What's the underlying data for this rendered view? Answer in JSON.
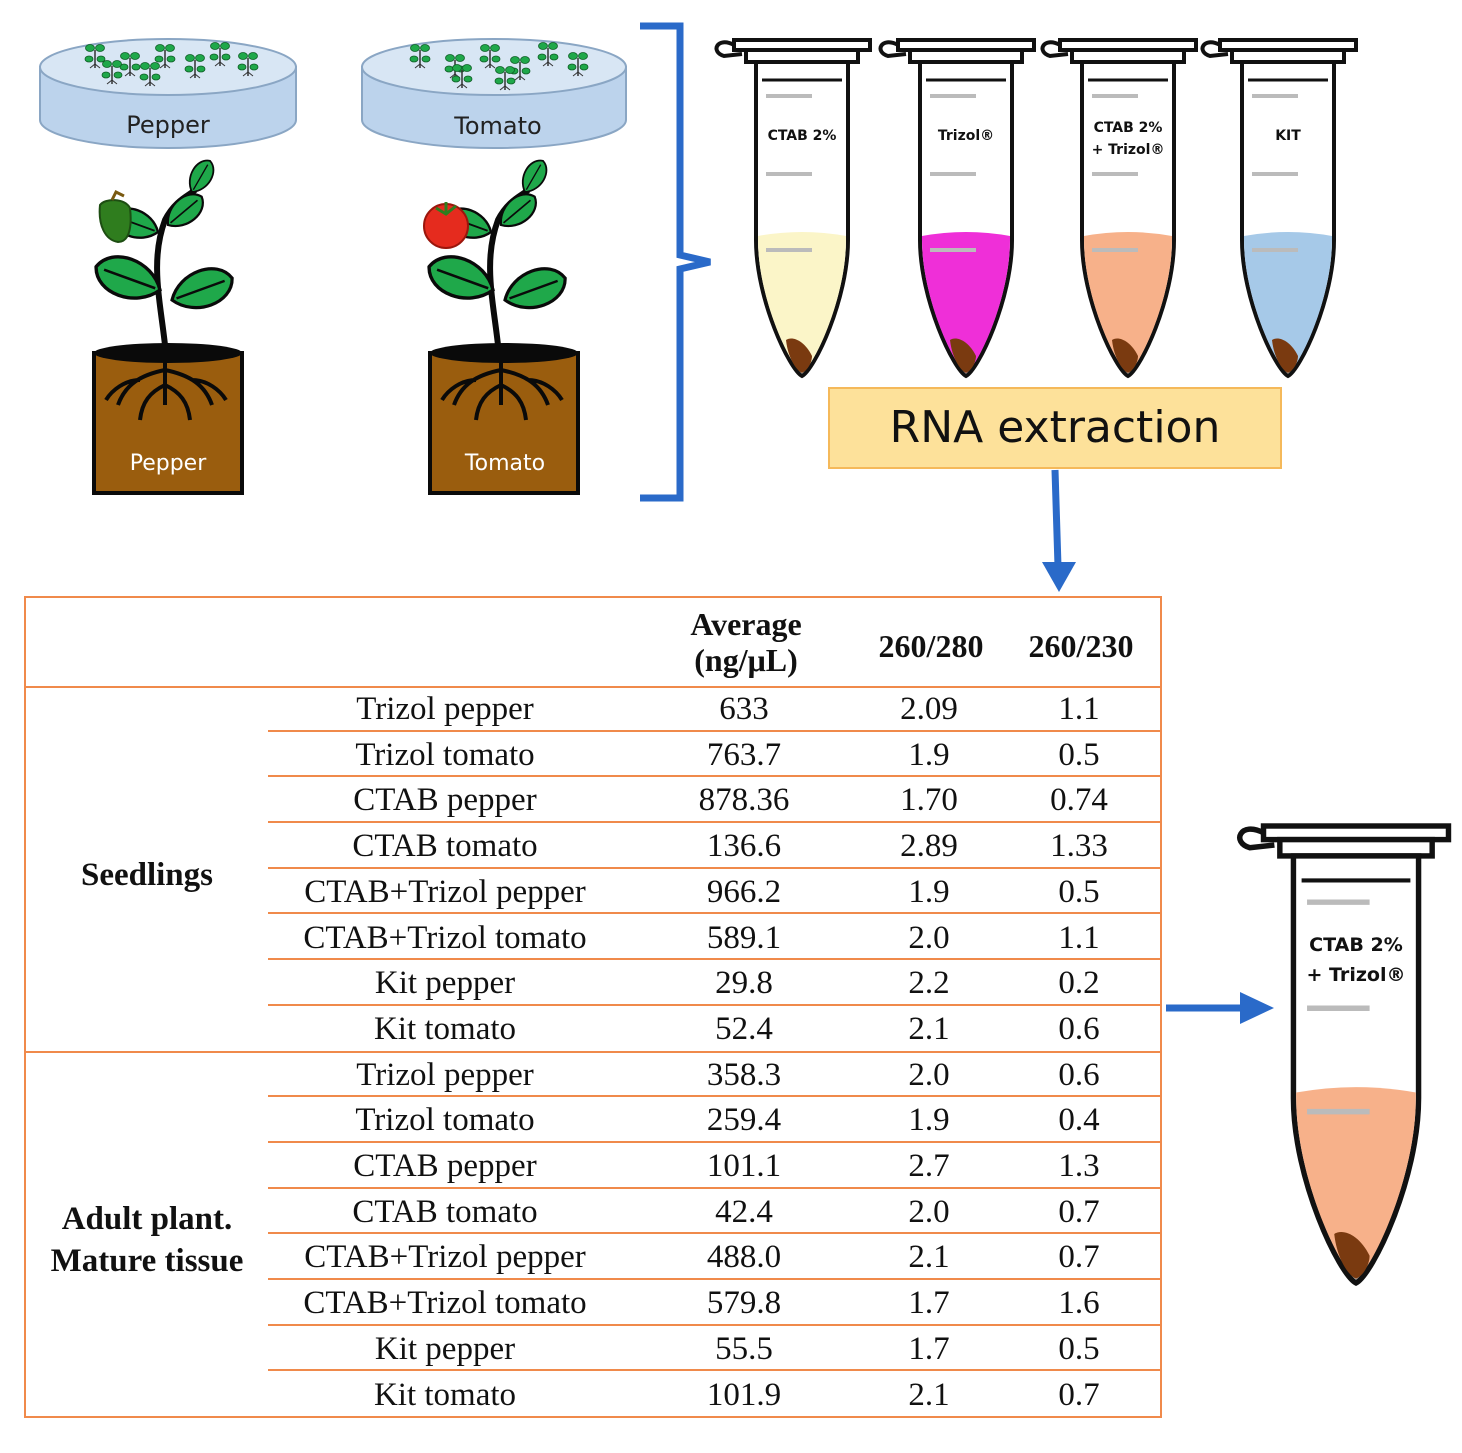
{
  "colors": {
    "bracket": "#2a6ac9",
    "arrow": "#2a6ac9",
    "table_border": "#f08a4b",
    "box_fill": "#fde19a",
    "dish_fill": "#bcd3ec",
    "pot_fill": "#9a5d0e",
    "leaf": "#1fa84a",
    "liquid_ctab": "#fbf5c8",
    "liquid_trizol": "#ef2fd8",
    "liquid_mix": "#f7b18a",
    "liquid_kit": "#a6c9e8",
    "pellet": "#7a3a10"
  },
  "samples": {
    "dish_pepper": "Pepper",
    "dish_tomato": "Tomato",
    "pot_pepper": "Pepper",
    "pot_tomato": "Tomato"
  },
  "tubes": [
    {
      "label_line1": "CTAB 2%",
      "label_line2": "",
      "liquid": "liquid_ctab"
    },
    {
      "label_line1": "Trizol®",
      "label_line2": "",
      "liquid": "liquid_trizol"
    },
    {
      "label_line1": "CTAB 2%",
      "label_line2": "+ Trizol®",
      "liquid": "liquid_mix"
    },
    {
      "label_line1": "KIT",
      "label_line2": "",
      "liquid": "liquid_kit"
    }
  ],
  "rna_box": {
    "label": "RNA extraction"
  },
  "final_tube": {
    "label_line1": "CTAB 2%",
    "label_line2": "+ Trizol®"
  },
  "table": {
    "headers": {
      "average_line1": "Average",
      "average_line2": "(ng/μL)",
      "ratio_280": "260/280",
      "ratio_230": "260/230"
    },
    "groups": [
      {
        "label_line1": "Seedlings",
        "label_line2": "",
        "rows": [
          {
            "name": "Trizol pepper",
            "average": "633",
            "r280": "2.09",
            "r230": "1.1"
          },
          {
            "name": "Trizol tomato",
            "average": "763.7",
            "r280": "1.9",
            "r230": "0.5"
          },
          {
            "name": "CTAB pepper",
            "average": "878.36",
            "r280": "1.70",
            "r230": "0.74"
          },
          {
            "name": "CTAB tomato",
            "average": "136.6",
            "r280": "2.89",
            "r230": "1.33"
          },
          {
            "name": "CTAB+Trizol pepper",
            "average": "966.2",
            "r280": "1.9",
            "r230": "0.5"
          },
          {
            "name": "CTAB+Trizol tomato",
            "average": "589.1",
            "r280": "2.0",
            "r230": "1.1"
          },
          {
            "name": "Kit pepper",
            "average": "29.8",
            "r280": "2.2",
            "r230": "0.2"
          },
          {
            "name": "Kit tomato",
            "average": "52.4",
            "r280": "2.1",
            "r230": "0.6"
          }
        ]
      },
      {
        "label_line1": "Adult plant.",
        "label_line2": "Mature tissue",
        "rows": [
          {
            "name": "Trizol pepper",
            "average": "358.3",
            "r280": "2.0",
            "r230": "0.6"
          },
          {
            "name": "Trizol tomato",
            "average": "259.4",
            "r280": "1.9",
            "r230": "0.4"
          },
          {
            "name": "CTAB pepper",
            "average": "101.1",
            "r280": "2.7",
            "r230": "1.3"
          },
          {
            "name": "CTAB tomato",
            "average": "42.4",
            "r280": "2.0",
            "r230": "0.7"
          },
          {
            "name": "CTAB+Trizol pepper",
            "average": "488.0",
            "r280": "2.1",
            "r230": "0.7"
          },
          {
            "name": "CTAB+Trizol tomato",
            "average": "579.8",
            "r280": "1.7",
            "r230": "1.6"
          },
          {
            "name": "Kit pepper",
            "average": "55.5",
            "r280": "1.7",
            "r230": "0.5"
          },
          {
            "name": "Kit tomato",
            "average": "101.9",
            "r280": "2.1",
            "r230": "0.7"
          }
        ]
      }
    ]
  }
}
